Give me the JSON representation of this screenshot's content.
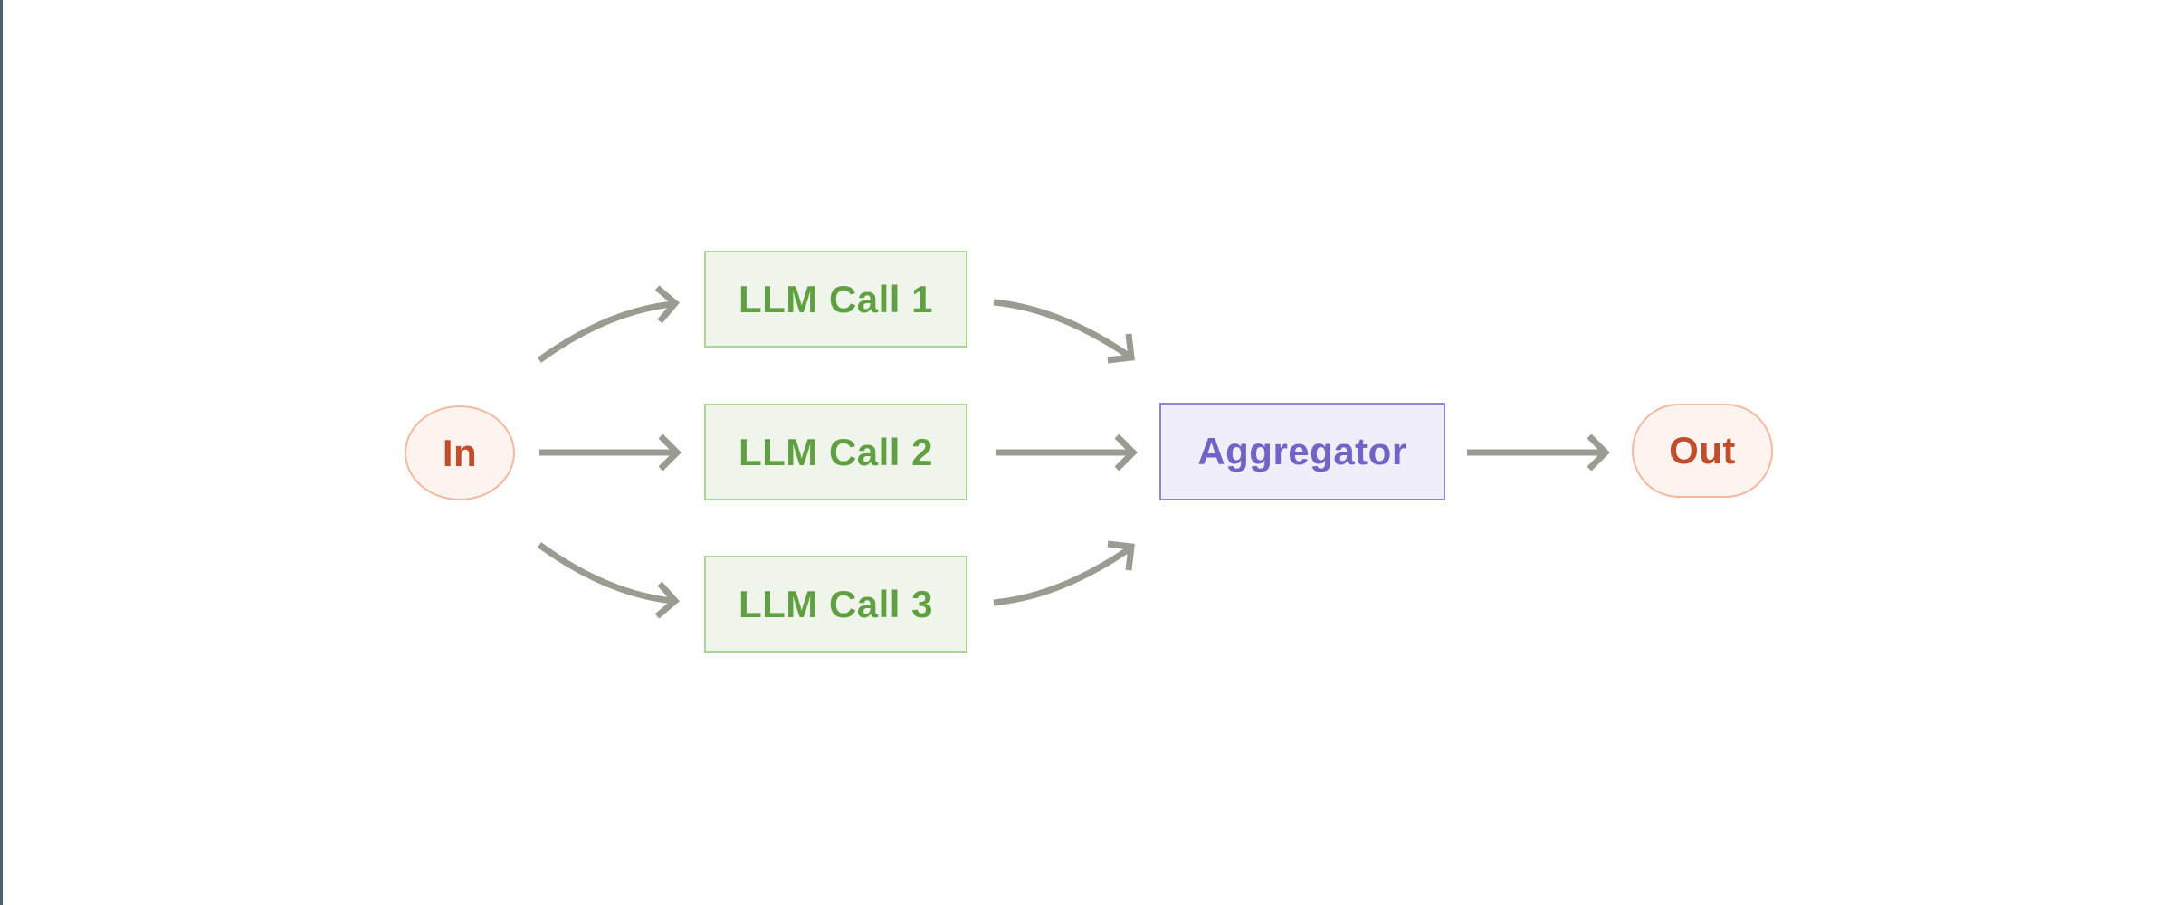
{
  "page": {
    "background_color": "#ffffff",
    "left_accent_color": "#4c6370"
  },
  "diagram": {
    "type": "flowchart",
    "arrow_color": "#9c9b92",
    "nodes": [
      {
        "id": "in",
        "label": "In",
        "shape": "ellipse",
        "text_color": "#c04e2d",
        "border_color": "#f4b8a0",
        "fill_color": "#fdf4f0"
      },
      {
        "id": "llm-call-1",
        "label": "LLM Call 1",
        "shape": "rect",
        "text_color": "#60a042",
        "border_color": "#abd496",
        "fill_color": "#eff5eb"
      },
      {
        "id": "llm-call-2",
        "label": "LLM Call 2",
        "shape": "rect",
        "text_color": "#60a042",
        "border_color": "#abd496",
        "fill_color": "#eff5eb"
      },
      {
        "id": "llm-call-3",
        "label": "LLM Call 3",
        "shape": "rect",
        "text_color": "#60a042",
        "border_color": "#abd496",
        "fill_color": "#eff5eb"
      },
      {
        "id": "aggregator",
        "label": "Aggregator",
        "shape": "rect",
        "text_color": "#7065c5",
        "border_color": "#8e85da",
        "fill_color": "#f0eefb"
      },
      {
        "id": "out",
        "label": "Out",
        "shape": "pill",
        "text_color": "#c04e2d",
        "border_color": "#f4b8a0",
        "fill_color": "#fdf4f0"
      }
    ],
    "edges": [
      {
        "from": "in",
        "to": "llm-call-1"
      },
      {
        "from": "in",
        "to": "llm-call-2"
      },
      {
        "from": "in",
        "to": "llm-call-3"
      },
      {
        "from": "llm-call-1",
        "to": "aggregator"
      },
      {
        "from": "llm-call-2",
        "to": "aggregator"
      },
      {
        "from": "llm-call-3",
        "to": "aggregator"
      },
      {
        "from": "aggregator",
        "to": "out"
      }
    ]
  }
}
